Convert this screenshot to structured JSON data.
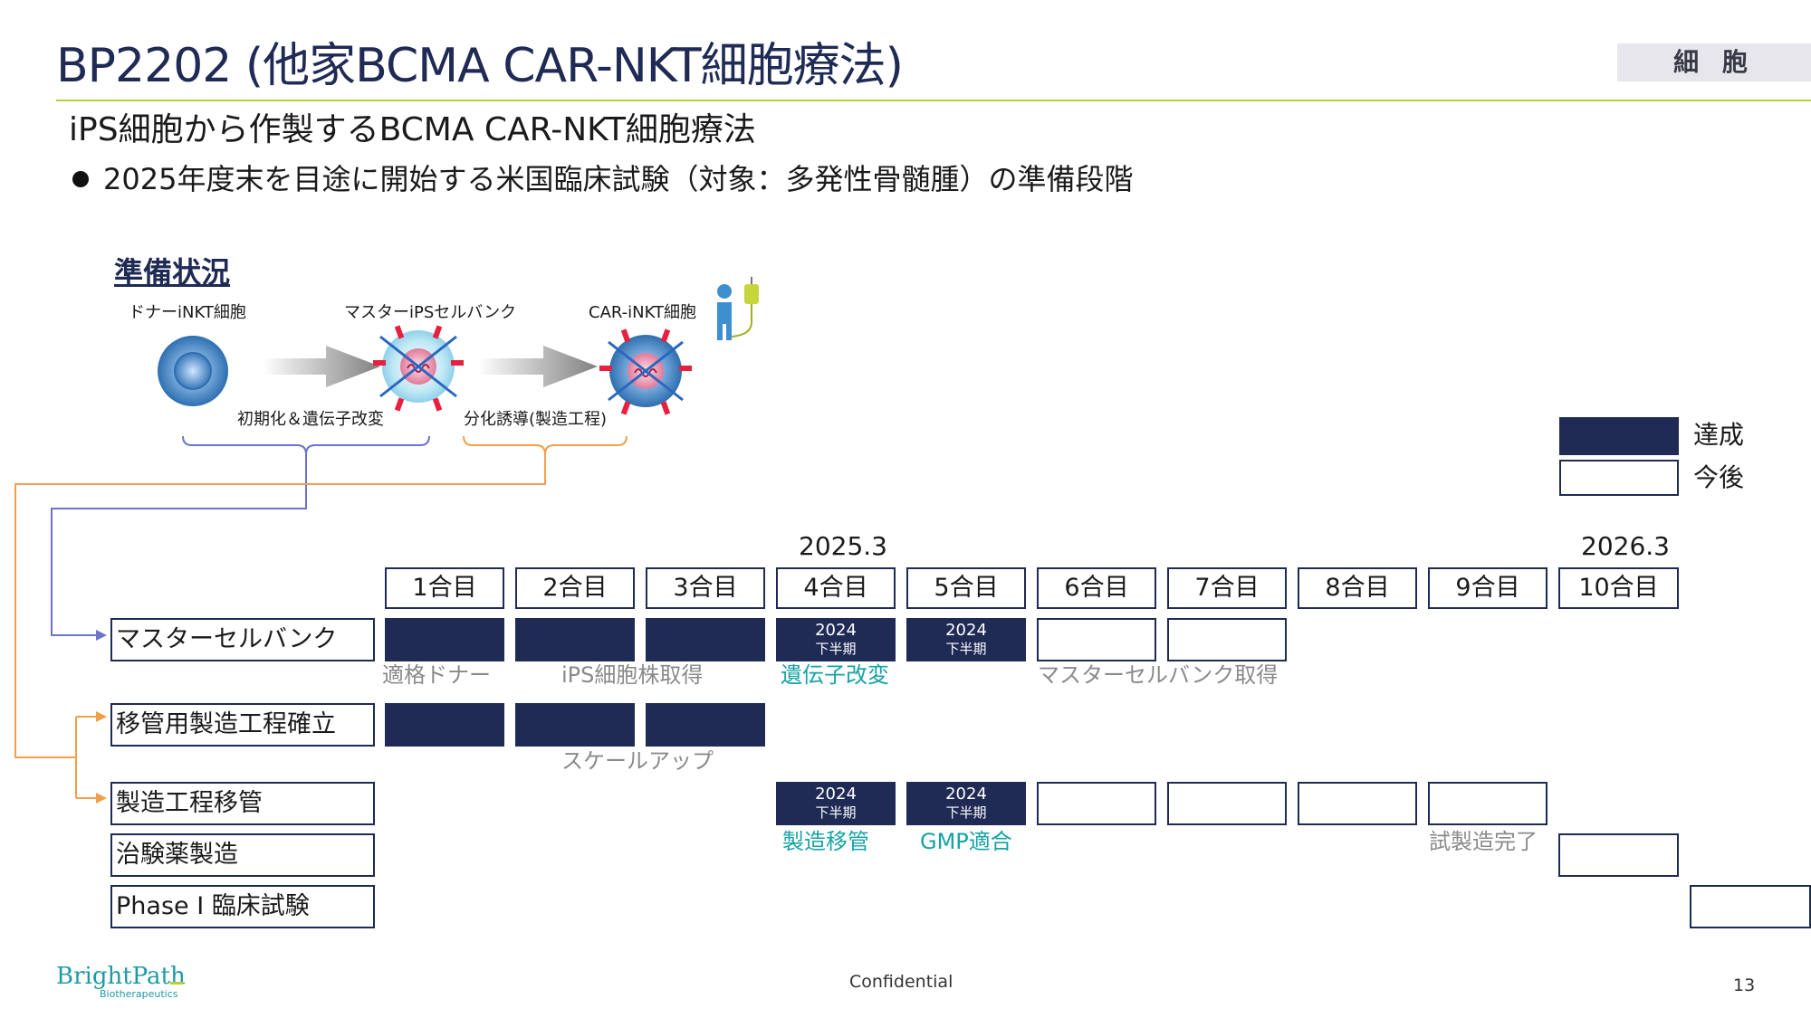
{
  "header": {
    "title": "BP2202 (他家BCMA CAR-NKT細胞療法)",
    "tag": "細 胞",
    "subtitle": "iPS細胞から作製するBCMA CAR-NKT細胞療法",
    "bullet": "2025年度末を目途に開始する米国臨床試験（対象：多発性骨髄腫）の準備段階"
  },
  "prep": {
    "heading": "準備状況",
    "cell_labels": [
      "ドナーiNKT細胞",
      "マスターiPSセルバンク",
      "CAR-iNKT細胞"
    ],
    "step_labels": [
      "初期化＆遺伝子改変",
      "分化誘導(製造工程)"
    ]
  },
  "legend": {
    "done": "達成",
    "todo": "今後"
  },
  "timeline": {
    "year_marks": [
      "2025.3",
      "2026.3"
    ],
    "months": [
      "1合目",
      "2合目",
      "3合目",
      "4合目",
      "5合目",
      "6合目",
      "7合目",
      "8合目",
      "9合目",
      "10合目"
    ],
    "half_label": "2024",
    "half_sub": "下半期",
    "rows": [
      {
        "label": "マスターセルバンク"
      },
      {
        "label": "移管用製造工程確立"
      },
      {
        "label": "製造工程移管"
      },
      {
        "label": "治験薬製造"
      },
      {
        "label": "Phase I 臨床試験"
      }
    ],
    "notes": {
      "donor": "適格ドナー",
      "ips": "iPS細胞株取得",
      "gene": "遺伝子改変",
      "mcb": "マスターセルバンク取得",
      "scale": "スケールアップ",
      "transfer": "製造移管",
      "gmp": "GMP適合",
      "trial": "試製造完了"
    }
  },
  "footer": {
    "confidential": "Confidential",
    "page": "13",
    "logo": "BrightPath",
    "logo_sub": "Biotherapeutics"
  },
  "colors": {
    "navy": "#1f2a55",
    "teal": "#16a3a5",
    "lime": "#b9cf3a",
    "orange": "#f0a04b",
    "purple": "#6a74c8"
  }
}
